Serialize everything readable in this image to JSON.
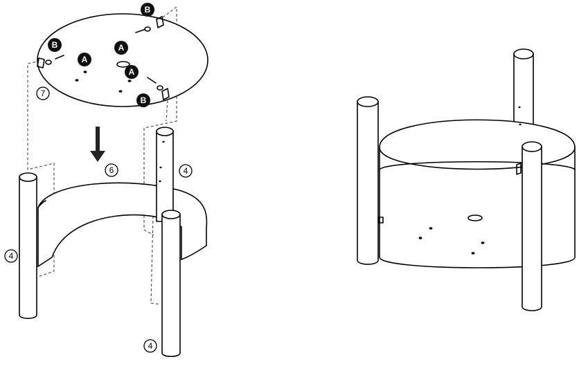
{
  "labels": {
    "badge_a": "A",
    "badge_b": "B",
    "part_4": "4",
    "part_6": "6",
    "part_7": "7"
  }
}
